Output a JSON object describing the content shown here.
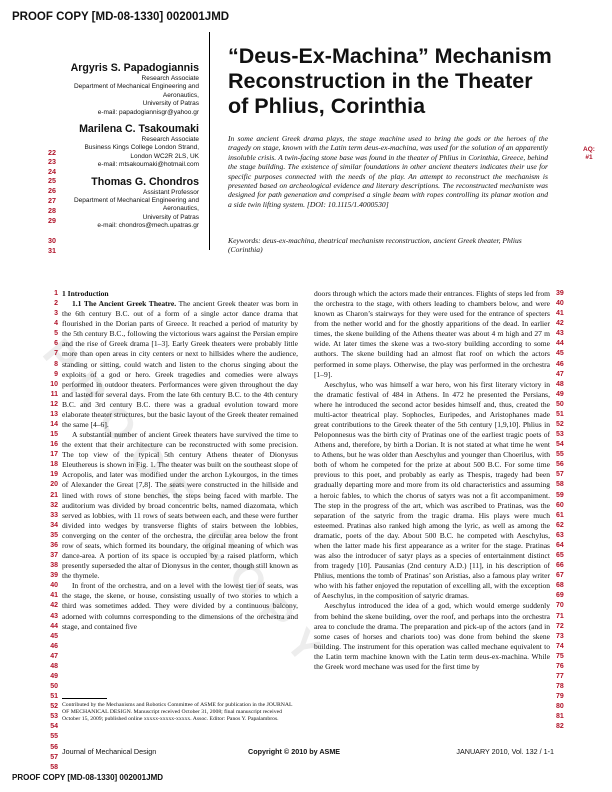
{
  "proof_top": "PROOF COPY [MD-08-1330] 002001JMD",
  "proof_bottom": "PROOF COPY [MD-08-1330] 002001JMD",
  "watermark": "PROOF COPY",
  "authors": [
    {
      "name": "Argyris S. Papadogiannis",
      "lines": [
        "Research Associate",
        "Department of Mechanical Engineering and",
        "Aeronautics,",
        "University of Patras",
        "e-mail: papadogiannisgr@yahoo.gr"
      ]
    },
    {
      "name": "Marilena C. Tsakoumaki",
      "lines": [
        "Research Associate",
        "Business Kings College London Strand,",
        "London WC2R 2LS, UK",
        "e-mail: mtsakoumaki@hotmail.com"
      ]
    },
    {
      "name": "Thomas G. Chondros",
      "lines": [
        "Assistant Professor",
        "Department of Mechanical Engineering and",
        "Aeronautics,",
        "University of Patras",
        "e-mail: chondros@mech.upatras.gr"
      ]
    }
  ],
  "left_line_numbers": [
    "22",
    "23",
    "24",
    "25",
    "26",
    "27",
    "28",
    "29",
    "30",
    "31"
  ],
  "title": "“Deus-Ex-Machina” Mechanism Reconstruction in the Theater of Phlius, Corinthia",
  "abstract": "In some ancient Greek drama plays, the stage machine used to bring the gods or the heroes of the tragedy on stage, known with the Latin term deus-ex-machina, was used for the solution of an apparently insoluble crisis. A twin-facing stone base was found in the theater of Phlius in Corinthia, Greece, behind the stage building. The existence of similar foundations in other ancient theaters indicates their use for specific purposes connected with the needs of the play. An attempt to reconstruct the mechanism is presented based on archeological evidence and literary descriptions. The reconstructed mechanism was designed for path generation and comprised a single beam with ropes controlling its planar motion and a side twin lifting system. [DOI: 10.1115/1.4000530]",
  "keywords": "Keywords: deus-ex-machina, theatrical mechanism reconstruction, ancient Greek theater, Phlius (Corinthia)",
  "aq_label": "AQ:",
  "aq_num": "#1",
  "col1_numbers": [
    "1",
    "2",
    "3",
    "4",
    "5",
    "6",
    "7",
    "8",
    "9",
    "10",
    "11",
    "12",
    "13",
    "14",
    "15",
    "16",
    "17",
    "18",
    "19",
    "20",
    "21",
    "32",
    "33",
    "34",
    "35",
    "36",
    "37",
    "38",
    "39",
    "40",
    "41",
    "42",
    "43",
    "44",
    "45",
    "46",
    "47",
    "48",
    "49",
    "50",
    "51",
    "52",
    "53",
    "54",
    "55",
    "56",
    "57",
    "58"
  ],
  "col2_numbers": [
    "39",
    "40",
    "41",
    "42",
    "43",
    "44",
    "45",
    "46",
    "47",
    "48",
    "49",
    "50",
    "51",
    "52",
    "53",
    "54",
    "55",
    "56",
    "57",
    "58",
    "59",
    "60",
    "61",
    "62",
    "63",
    "64",
    "65",
    "66",
    "67",
    "68",
    "69",
    "70",
    "71",
    "72",
    "73",
    "74",
    "75",
    "76",
    "77",
    "78",
    "79",
    "80",
    "81",
    "82"
  ],
  "section_heading": "1   Introduction",
  "subsection": "1.1   The Ancient Greek Theatre.",
  "col1_p1": "The ancient Greek theater was born in the 6th century B.C. out of a form of a single actor dance drama that flourished in the Dorian parts of Greece. It reached a period of maturity by the 5th century B.C., following the victorious wars against the Persian empire and the rise of Greek drama [1–3]. Early Greek theaters were probably little more than open areas in city centers or next to hillsides where the audience, standing or sitting, could watch and listen to the chorus singing about the exploits of a god or hero. Greek tragedies and comedies were always performed in outdoor theaters. Performances were given throughout the day and lasted for several days. From the late 6th century B.C. to the 4th century B.C. and 3rd century B.C. there was a gradual evolution toward more elaborate theater structures, but the basic layout of the Greek theater remained the same [4–6].",
  "col1_p2": "A substantial number of ancient Greek theaters have survived the time to the extent that their architecture can be reconstructed with some precision. The top view of the typical 5th century Athens theater of Dionysus Eleuthereus is shown in Fig. 1. The theater was built on the southeast slope of Acropolis, and later was modified under the archon Lykourgos, in the times of Alexander the Great [7,8]. The seats were constructed in the hillside and lined with rows of stone benches, the steps being faced with marble. The auditorium was divided by broad concentric belts, named diazomata, which served as lobbies, with 11 rows of seats between each, and these were further divided into wedges by transverse flights of stairs between the lobbies, converging on the center of the orchestra, the circular area below the front row of seats, which formed its boundary, the original meaning of which was dance-area. A portion of its space is occupied by a raised platform, which presently superseded the altar of Dionysus in the center, though still known as the thymele.",
  "col1_p3": "In front of the orchestra, and on a level with the lowest tier of seats, was the stage, the skene, or house, consisting usually of two stories to which a third was sometimes added. They were divided by a continuous balcony, adorned with columns corresponding to the dimensions of the orchestra and stage, and contained five",
  "footnote": "Contributed by the Mechanisms and Robotics Committee of ASME for publication in the JOURNAL OF MECHANICAL DESIGN. Manuscript received October 31, 2008; final manuscript received October 15, 2009; published online xxxxx-xxxxx-xxxxx. Assoc. Editor: Panos Y. Papalambros.",
  "col2_p1": "doors through which the actors made their entrances. Flights of steps led from the orchestra to the stage, with others leading to chambers below, and were known as Charon’s stairways for they were used for the entrance of specters from the nether world and for the ghostly apparitions of the dead. In earlier times, the skene building of the Athens theater was about 4 m high and 27 m wide. At later times the skene was a two-story building according to some authors. The skene building had an almost flat roof on which the actors performed in some plays. Otherwise, the play was performed in the orchestra [1–9].",
  "col2_p2": "Aeschylus, who was himself a war hero, won his first literary victory in the dramatic festival of 484 in Athens. In 472 he presented the Persians, where he introduced the second actor besides himself and, thus, created the multi-actor theatrical play. Sophocles, Euripedes, and Aristophanes made great contributions to the Greek theater of the 5th century [1,9,10]. Phlius in Peloponnesus was the birth city of Pratinas one of the earliest tragic poets of Athens and, therefore, by birth a Dorian. It is not stated at what time he went to Athens, but he was older than Aeschylus and younger than Choerilus, with both of whom he competed for the prize at about 500 B.C. For some time previous to this poet, and probably as early as Thespis, tragedy had been gradually departing more and more from its old characteristics and assuming a heroic fables, to which the chorus of satyrs was not a fit accompaniment. The step in the progress of the art, which was ascribed to Pratinas, was the separation of the satyric from the tragic drama. His plays were much esteemed. Pratinas also ranked high among the lyric, as well as among the dramatic, poets of the day. About 500 B.C. he competed with Aeschylus, when the latter made his first appearance as a writer for the stage. Pratinas was also the introducer of satyr plays as a species of entertainment distinct from tragedy [10]. Pausanias (2nd century A.D.) [11], in his description of Phlius, mentions the tomb of Pratinas’ son Aristias, also a famous play writer who with his father enjoyed the reputation of excelling all, with the exception of Aeschylus, in the composition of satyric dramas.",
  "col2_p3": "Aeschylus introduced the idea of a god, which would emerge suddenly from behind the skene building, over the roof, and perhaps into the orchestra area to conclude the drama. The preparation and pick-up of the actors (and in some cases of horses and chariots too) was done from behind the skene building. The instrument for this operation was called mechane equivalent to the Latin term machine known with the Latin term deus-ex-machina. While the Greek word mechane was used for the first time by",
  "footer_left": "Journal of Mechanical Design",
  "footer_mid": "Copyright © 2010 by ASME",
  "footer_right": "JANUARY 2010, Vol. 132  /  1-1"
}
